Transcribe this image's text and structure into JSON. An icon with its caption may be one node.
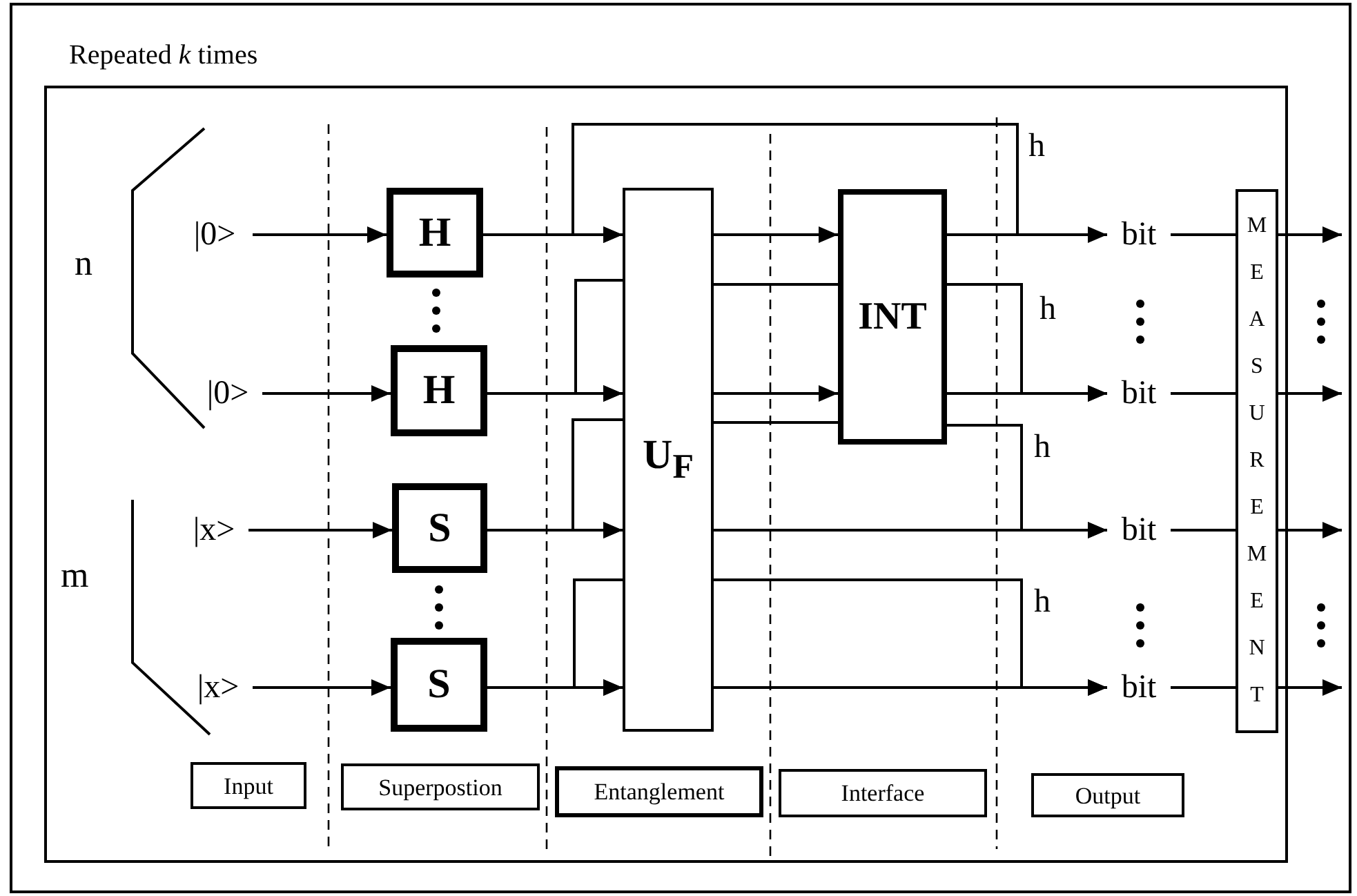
{
  "diagram": {
    "nodes": [
      {
        "text": [
          "Repeated *k* times"
        ]
      },
      {
        "text": [
          "|0>"
        ],
        "in": 0
      },
      {
        "text": [
          "H"
        ],
        "in": 0
      },
      {
        "text": [
          "|0>"
        ],
        "in": 0
      },
      {
        "text": [
          "H"
        ],
        "in": 0
      },
      {
        "text": [
          "|x>"
        ],
        "in": 0
      },
      {
        "text": [
          "S"
        ],
        "in": 0
      },
      {
        "text": [
          "|x>"
        ],
        "in": 0
      },
      {
        "text": [
          "S"
        ],
        "in": 0
      },
      {
        "text": [
          "U$_{F}$"
        ],
        "in": 0
      },
      {
        "text": [
          "INT"
        ],
        "in": 0
      },
      {
        "text": [
          "bit"
        ],
        "in": 0
      },
      {
        "text": [
          "bit"
        ],
        "in": 0
      },
      {
        "text": [
          "bit"
        ],
        "in": 0
      },
      {
        "text": [
          "bit"
        ],
        "in": 0
      },
      {
        "text": [
          "MEASUREMENT"
        ],
        "in": 0
      },
      {
        "text": [
          "Input"
        ],
        "in": 0
      },
      {
        "text": [
          "Superpostion"
        ],
        "in": 0
      },
      {
        "text": [
          "Entanglement"
        ],
        "in": 0
      },
      {
        "text": [
          "Interface"
        ],
        "in": 0
      },
      {
        "text": [
          "Output"
        ],
        "in": 0
      }
    ],
    "edges": [
      {
        "from": 1,
        "to": 2,
        "arrow": "to"
      },
      {
        "from": 3,
        "to": 4,
        "arrow": "to"
      },
      {
        "from": 5,
        "to": 6,
        "arrow": "to"
      },
      {
        "from": 7,
        "to": 8,
        "arrow": "to"
      },
      {
        "from": 2,
        "to": 9,
        "arrow": "to"
      },
      {
        "from": 4,
        "to": 9,
        "arrow": "to"
      },
      {
        "from": 6,
        "to": 9,
        "arrow": "to"
      },
      {
        "from": 8,
        "to": 9,
        "arrow": "to"
      },
      {
        "from": 9,
        "to": 10,
        "arrow": "to"
      },
      {
        "from": 9,
        "to": 10,
        "arrow": "to"
      },
      {
        "from": 9,
        "to": 10,
        "arrow": "none"
      },
      {
        "from": 9,
        "to": 10,
        "arrow": "none"
      },
      {
        "from": 10,
        "to": 11,
        "arrow": "to"
      },
      {
        "from": 10,
        "to": 12,
        "arrow": "to"
      },
      {
        "from": 9,
        "to": 13,
        "arrow": "to"
      },
      {
        "from": 9,
        "to": 14,
        "arrow": "to"
      },
      {
        "from": 10,
        "to": 9,
        "arrow": "to",
        "label": "h"
      },
      {
        "from": 10,
        "to": 12,
        "arrow": "to",
        "label": "h"
      },
      {
        "from": 10,
        "to": 13,
        "arrow": "to",
        "label": "h"
      },
      {
        "from": 9,
        "to": 14,
        "arrow": "to",
        "label": "h"
      },
      {
        "from": 9,
        "to": 9,
        "arrow": "to"
      },
      {
        "from": 9,
        "to": 9,
        "arrow": "to"
      },
      {
        "from": 9,
        "to": 9,
        "arrow": "to"
      },
      {
        "from": 11,
        "to": 15,
        "arrow": "none"
      },
      {
        "from": 12,
        "to": 15,
        "arrow": "none"
      },
      {
        "from": 13,
        "to": 15,
        "arrow": "none"
      },
      {
        "from": 14,
        "to": 15,
        "arrow": "none"
      },
      {
        "from": 15,
        "to": null,
        "arrow": "to"
      },
      {
        "from": 15,
        "to": null,
        "arrow": "to"
      },
      {
        "from": 15,
        "to": null,
        "arrow": "to"
      },
      {
        "from": 15,
        "to": null,
        "arrow": "to"
      }
    ],
    "labels": [
      "n",
      "m"
    ]
  }
}
